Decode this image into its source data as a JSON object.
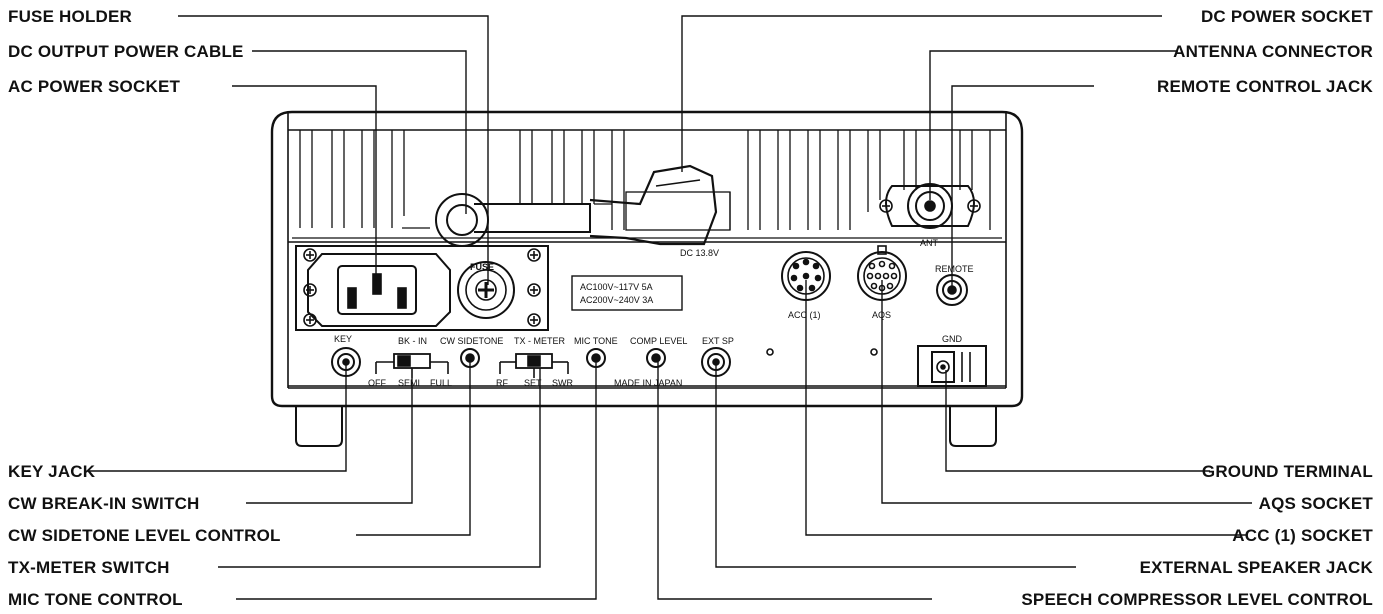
{
  "callouts": {
    "fuse_holder": "FUSE HOLDER",
    "dc_output_power_cable": "DC OUTPUT POWER CABLE",
    "ac_power_socket": "AC POWER SOCKET",
    "dc_power_socket": "DC POWER SOCKET",
    "antenna_connector": "ANTENNA CONNECTOR",
    "remote_control_jack": "REMOTE CONTROL JACK",
    "key_jack": "KEY JACK",
    "cw_break_in_switch": "CW BREAK-IN SWITCH",
    "cw_sidetone_level_control": "CW SIDETONE LEVEL CONTROL",
    "tx_meter_switch": "TX-METER SWITCH",
    "mic_tone_control": "MIC TONE CONTROL",
    "ground_terminal": "GROUND TERMINAL",
    "aqs_socket": "AQS SOCKET",
    "acc1_socket": "ACC (1) SOCKET",
    "external_speaker_jack": "EXTERNAL SPEAKER JACK",
    "speech_compressor_level_control": "SPEECH COMPRESSOR LEVEL CONTROL"
  },
  "panel": {
    "dc_voltage": "DC 13.8V",
    "ac_rating_line1": "AC100V~117V 5A",
    "ac_rating_line2": "AC200V~240V 3A",
    "fuse": "FUSE",
    "ant": "ANT",
    "remote": "REMOTE",
    "acc1": "ACC (1)",
    "aqs": "AQS",
    "gnd": "GND",
    "key": "KEY",
    "bk_in": "BK - IN",
    "bk_off": "OFF",
    "bk_semi": "SEMI",
    "bk_full": "FULL",
    "cw_sidetone": "CW SIDETONE",
    "tx_meter": "TX - METER",
    "txm_rf": "RF",
    "txm_set": "SET",
    "txm_swr": "SWR",
    "mic_tone": "MIC TONE",
    "comp_level": "COMP LEVEL",
    "ext_sp": "EXT SP",
    "made_in_japan": "MADE IN JAPAN"
  }
}
